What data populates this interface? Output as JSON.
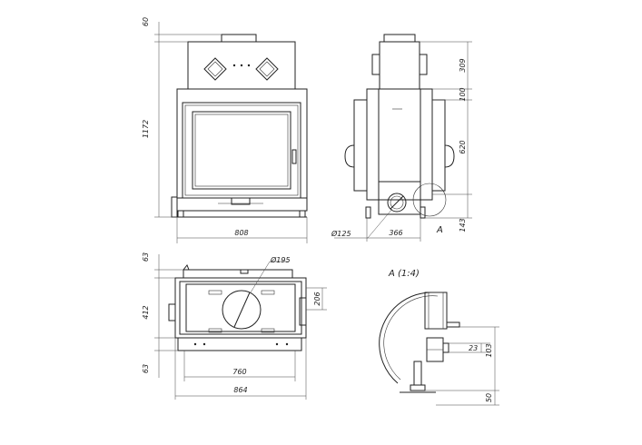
{
  "dimensions": {
    "front_top": "60",
    "front_height": "1172",
    "front_width": "808",
    "side_309": "309",
    "side_100": "100",
    "side_620": "620",
    "side_143": "143",
    "flue_diameter": "Ø125",
    "side_depth": "366",
    "top_63_upper": "63",
    "top_412": "412",
    "top_63_lower": "63",
    "top_195": "Ø195",
    "top_206": "206",
    "top_760": "760",
    "top_864": "864",
    "detail_23": "23",
    "detail_103": "103",
    "detail_50": "50"
  },
  "labels": {
    "detail_marker": "A",
    "detail_title": "A (1:4)"
  },
  "colors": {
    "line": "#222222",
    "background": "#ffffff"
  }
}
